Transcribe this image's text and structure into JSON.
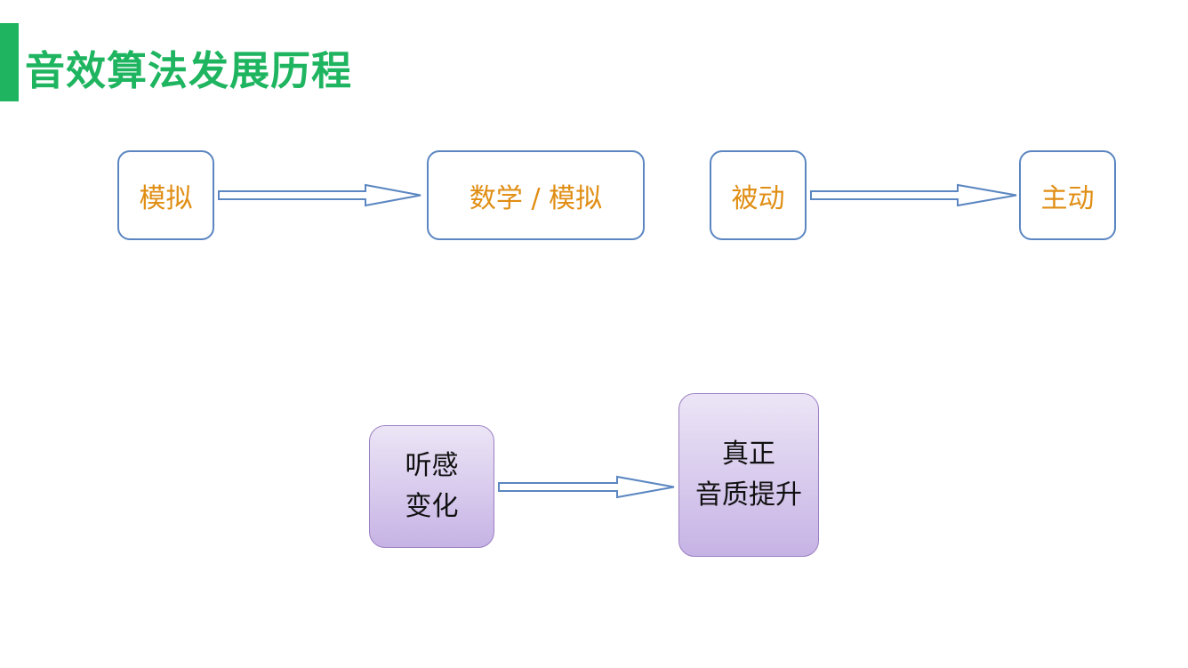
{
  "title": "音效算法发展历程",
  "colors": {
    "accent": "#1fb560",
    "box_border": "#5b86c1",
    "box_text": "#e08e14",
    "purple_top": "#ece5f6",
    "purple_bottom": "#c6b3e5",
    "arrow_stroke": "#5b86c1"
  },
  "row1": {
    "box_a": "模拟",
    "box_b": "数学 / 模拟",
    "box_c": "被动",
    "box_d": "主动"
  },
  "row2": {
    "left_lines": [
      "听感",
      "变化"
    ],
    "right_lines": [
      "真正",
      "音质提升"
    ]
  }
}
